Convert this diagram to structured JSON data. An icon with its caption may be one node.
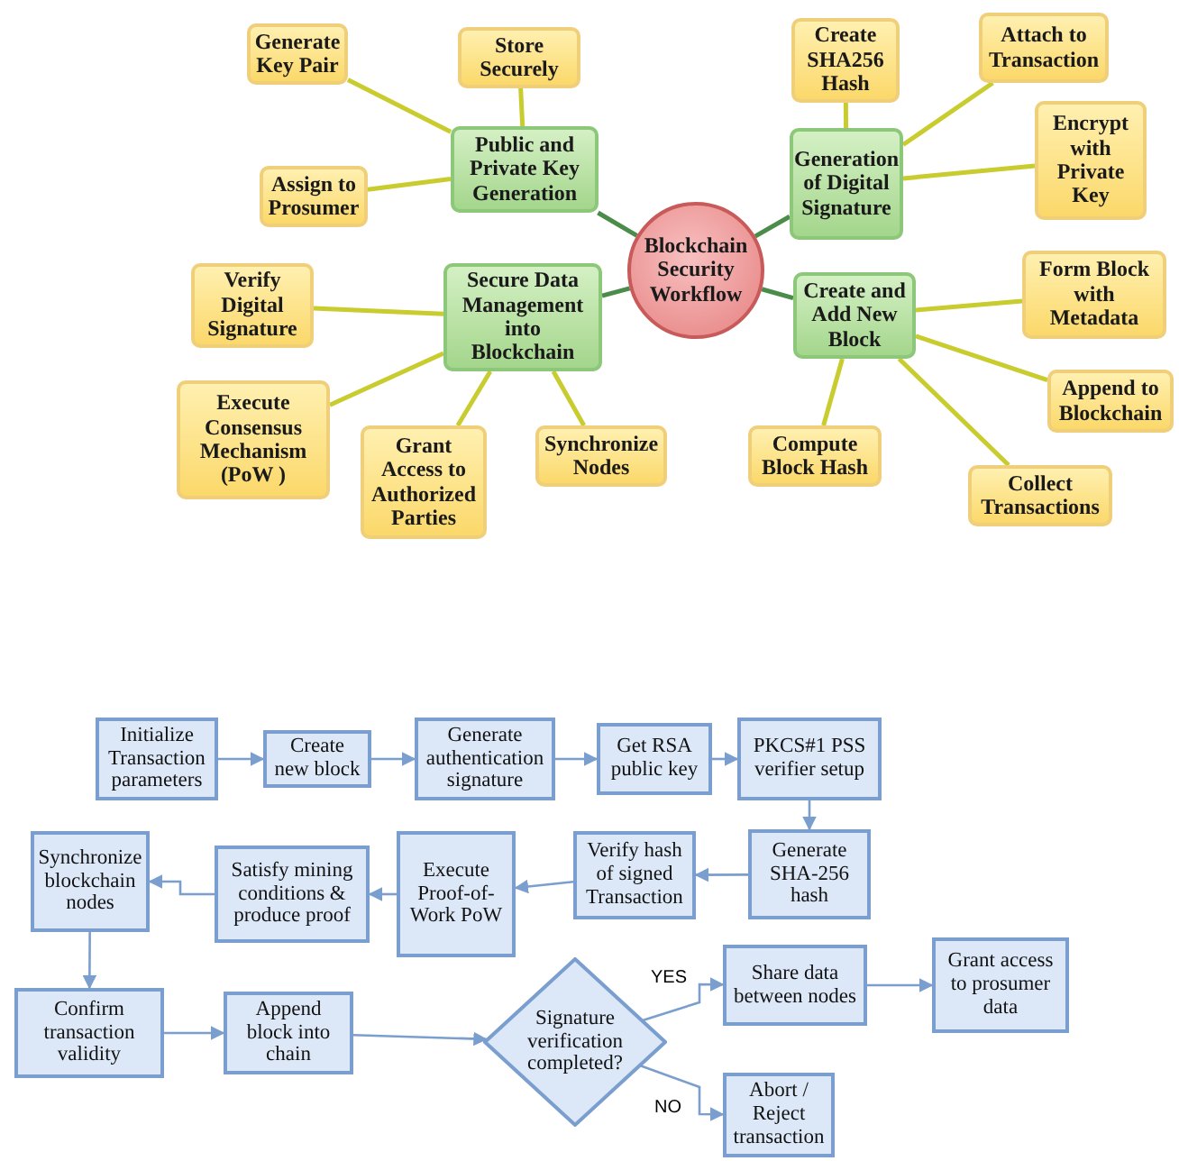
{
  "diagram": {
    "nodes": [
      {
        "text": [
          "Blockchain Security Workflow"
        ]
      },
      {
        "text": [
          "Public and Private Key Generation"
        ]
      },
      {
        "text": [
          "Generate Key Pair"
        ]
      },
      {
        "text": [
          "Store Securely"
        ]
      },
      {
        "text": [
          "Assign to Prosumer"
        ]
      },
      {
        "text": [
          "Generation of Digital Signature"
        ]
      },
      {
        "text": [
          "Create SHA256 Hash"
        ]
      },
      {
        "text": [
          "Attach to Transaction"
        ]
      },
      {
        "text": [
          "Encrypt with Private Key"
        ]
      },
      {
        "text": [
          "Secure Data Management into Blockchain"
        ]
      },
      {
        "text": [
          "Verify Digital Signature"
        ]
      },
      {
        "text": [
          "Execute Consensus Mechanism (PoW )"
        ]
      },
      {
        "text": [
          "Grant Access to Authorized Parties"
        ]
      },
      {
        "text": [
          "Synchronize Nodes"
        ]
      },
      {
        "text": [
          "Create and Add New Block"
        ]
      },
      {
        "text": [
          "Form Block with Metadata"
        ]
      },
      {
        "text": [
          "Append to Blockchain"
        ]
      },
      {
        "text": [
          "Compute Block Hash"
        ]
      },
      {
        "text": [
          "Collect Transactions"
        ]
      },
      {
        "text": [
          "Initialize Transaction parameters"
        ]
      },
      {
        "text": [
          "Create new block"
        ]
      },
      {
        "text": [
          "Generate authentication signature"
        ]
      },
      {
        "text": [
          "Get RSA public key"
        ]
      },
      {
        "text": [
          "PKCS#1 PSS verifier setup"
        ]
      },
      {
        "text": [
          "Generate SHA-256 hash"
        ]
      },
      {
        "text": [
          "Verify hash of signed Transaction"
        ]
      },
      {
        "text": [
          "Execute Proof-of-Work PoW"
        ]
      },
      {
        "text": [
          "Satisfy mining conditions & produce proof"
        ]
      },
      {
        "text": [
          "Synchronize blockchain nodes"
        ]
      },
      {
        "text": [
          "Confirm transaction validity"
        ]
      },
      {
        "text": [
          "Append block into chain"
        ]
      },
      {
        "text": [
          "Signature verification completed?"
        ]
      },
      {
        "text": [
          "Share data between nodes"
        ]
      },
      {
        "text": [
          "Grant access to prosumer data"
        ]
      },
      {
        "text": [
          "Abort / Reject transaction"
        ]
      }
    ],
    "edges": [
      {
        "from": 0,
        "to": 1,
        "arrow": "none",
        "color": "#4a8c4a"
      },
      {
        "from": 0,
        "to": 5,
        "arrow": "none",
        "color": "#4a8c4a"
      },
      {
        "from": 0,
        "to": 9,
        "arrow": "none",
        "color": "#4a8c4a"
      },
      {
        "from": 0,
        "to": 14,
        "arrow": "none",
        "color": "#4a8c4a"
      },
      {
        "from": 1,
        "to": 2,
        "arrow": "none",
        "color": "#c9cc2e"
      },
      {
        "from": 1,
        "to": 3,
        "arrow": "none",
        "color": "#c9cc2e"
      },
      {
        "from": 1,
        "to": 4,
        "arrow": "none",
        "color": "#c9cc2e"
      },
      {
        "from": 5,
        "to": 6,
        "arrow": "none",
        "color": "#c9cc2e"
      },
      {
        "from": 5,
        "to": 7,
        "arrow": "none",
        "color": "#c9cc2e"
      },
      {
        "from": 5,
        "to": 8,
        "arrow": "none",
        "color": "#c9cc2e"
      },
      {
        "from": 9,
        "to": 10,
        "arrow": "none",
        "color": "#c9cc2e"
      },
      {
        "from": 9,
        "to": 11,
        "arrow": "none",
        "color": "#c9cc2e"
      },
      {
        "from": 9,
        "to": 12,
        "arrow": "none",
        "color": "#c9cc2e"
      },
      {
        "from": 9,
        "to": 13,
        "arrow": "none",
        "color": "#c9cc2e"
      },
      {
        "from": 14,
        "to": 15,
        "arrow": "none",
        "color": "#c9cc2e"
      },
      {
        "from": 14,
        "to": 16,
        "arrow": "none",
        "color": "#c9cc2e"
      },
      {
        "from": 14,
        "to": 17,
        "arrow": "none",
        "color": "#c9cc2e"
      },
      {
        "from": 14,
        "to": 18,
        "arrow": "none",
        "color": "#c9cc2e"
      },
      {
        "from": 19,
        "to": 20,
        "arrow": "to"
      },
      {
        "from": 20,
        "to": 21,
        "arrow": "to"
      },
      {
        "from": 21,
        "to": 22,
        "arrow": "to"
      },
      {
        "from": 22,
        "to": 23,
        "arrow": "to"
      },
      {
        "from": 23,
        "to": 24,
        "arrow": "to"
      },
      {
        "from": 24,
        "to": 25,
        "arrow": "to"
      },
      {
        "from": 25,
        "to": 26,
        "arrow": "to"
      },
      {
        "from": 26,
        "to": 27,
        "arrow": "to"
      },
      {
        "from": 27,
        "to": 28,
        "arrow": "to"
      },
      {
        "from": 28,
        "to": 29,
        "arrow": "to"
      },
      {
        "from": 29,
        "to": 30,
        "arrow": "to"
      },
      {
        "from": 30,
        "to": 31,
        "arrow": "to"
      },
      {
        "from": 31,
        "to": 32,
        "arrow": "to",
        "label": "YES"
      },
      {
        "from": 32,
        "to": 33,
        "arrow": "to"
      },
      {
        "from": 31,
        "to": 34,
        "arrow": "to",
        "label": "NO"
      }
    ]
  }
}
